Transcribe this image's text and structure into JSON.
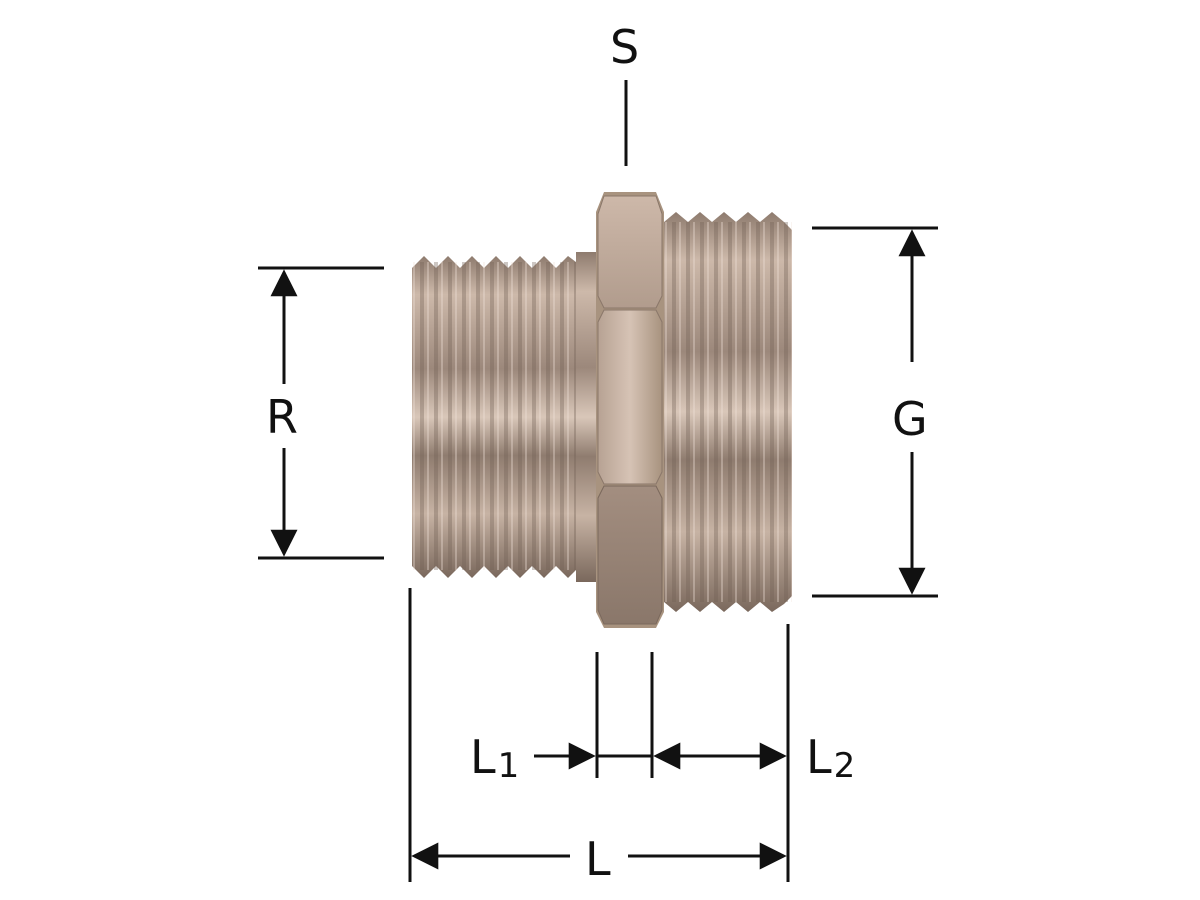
{
  "diagram": {
    "labels": {
      "s": "S",
      "r": "R",
      "g": "G",
      "l1_main": "L",
      "l1_sub": "1",
      "l2_main": "L",
      "l2_sub": "2",
      "l": "L"
    },
    "colors": {
      "metal_base": "#b09a8c",
      "metal_light": "#d8c6b8",
      "metal_dark": "#6f5d52",
      "line": "#111111"
    }
  }
}
